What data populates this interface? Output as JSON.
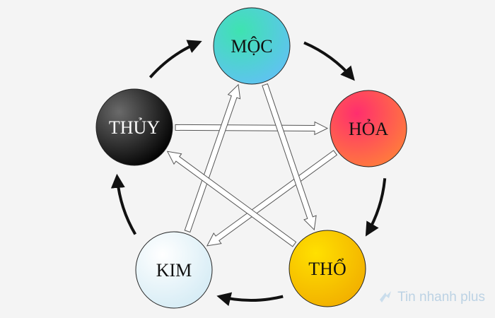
{
  "elements": {
    "moc": "MỘC",
    "hoa": "HỎA",
    "tho": "THỔ",
    "kim": "KIM",
    "thuy": "THỦY"
  },
  "colors": {
    "moc": [
      "#3ee3b0",
      "#5fc3f0"
    ],
    "hoa": [
      "#ff2e6e",
      "#ff7a3d"
    ],
    "tho": [
      "#ffe000",
      "#f2b000"
    ],
    "kim": [
      "#ffffff",
      "#d6ecf5"
    ],
    "thuy": [
      "#6a6a6a",
      "#000000"
    ],
    "generating_arrow": "#111111",
    "controlling_arrow_fill": "#ffffff",
    "controlling_arrow_stroke": "#555555"
  },
  "generating_cycle": [
    [
      "moc",
      "hoa"
    ],
    [
      "hoa",
      "tho"
    ],
    [
      "tho",
      "kim"
    ],
    [
      "kim",
      "thuy"
    ],
    [
      "thuy",
      "moc"
    ]
  ],
  "controlling_cycle": [
    [
      "thuy",
      "hoa"
    ],
    [
      "hoa",
      "kim"
    ],
    [
      "kim",
      "moc"
    ],
    [
      "moc",
      "tho"
    ],
    [
      "tho",
      "thuy"
    ]
  ],
  "watermark": {
    "text": "Tin nhanh plus",
    "icon": "arrow-logo-icon"
  }
}
